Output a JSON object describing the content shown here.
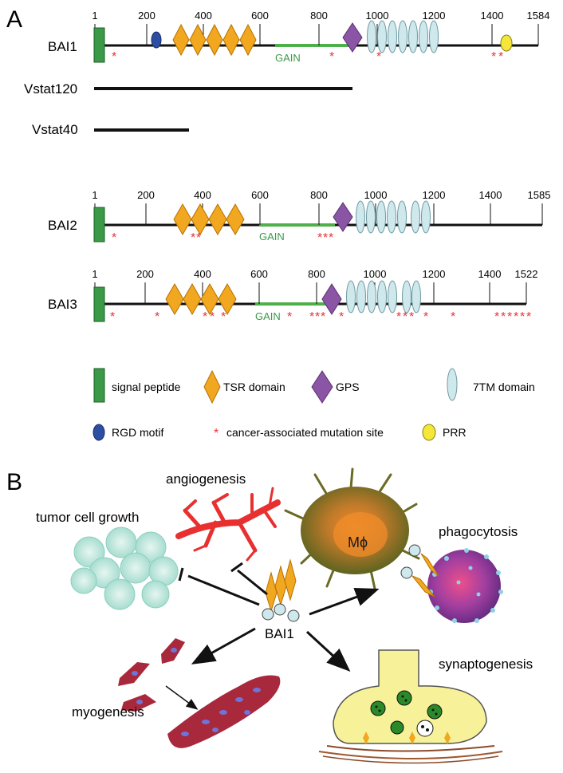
{
  "panel_a": {
    "label": "A",
    "proteins": [
      {
        "name": "BAI1",
        "scale_ticks": [
          "1",
          "200",
          "400",
          "600",
          "800",
          "1000",
          "1200",
          "1400",
          "1584"
        ],
        "gain_label": "GAIN"
      },
      {
        "name": "Vstat120"
      },
      {
        "name": "Vstat40"
      },
      {
        "name": "BAI2",
        "scale_ticks": [
          "1",
          "200",
          "400",
          "600",
          "800",
          "1000",
          "1200",
          "1400",
          "1585"
        ],
        "gain_label": "GAIN"
      },
      {
        "name": "BAI3",
        "scale_ticks": [
          "1",
          "200",
          "400",
          "600",
          "800",
          "1000",
          "1200",
          "1400",
          "1522"
        ],
        "gain_label": "GAIN"
      }
    ],
    "legend": {
      "signal_peptide": "signal peptide",
      "tsr_domain": "TSR domain",
      "gps": "GPS",
      "tm_domain": "7TM domain",
      "rgd_motif": "RGD motif",
      "mutation_site": "cancer-associated mutation site",
      "prr": "PRR",
      "mutation_symbol": "*"
    }
  },
  "panel_b": {
    "label": "B",
    "center_label": "BAI1",
    "processes": {
      "angiogenesis": "angiogenesis",
      "tumor_growth": "tumor cell growth",
      "phagocytosis": "phagocytosis",
      "myogenesis": "myogenesis",
      "synaptogenesis": "synaptogenesis",
      "macrophage": "Mϕ"
    }
  },
  "colors": {
    "signal_peptide": "#3a9a48",
    "tsr": "#f2a720",
    "gps": "#8b55a5",
    "tm": "#cfe8ec",
    "rgd": "#2e4ea3",
    "prr": "#f5e63a",
    "gain": "#4db04a",
    "mutation": "#e8343a",
    "angio": "#e83030",
    "muscle": "#a8283c"
  }
}
